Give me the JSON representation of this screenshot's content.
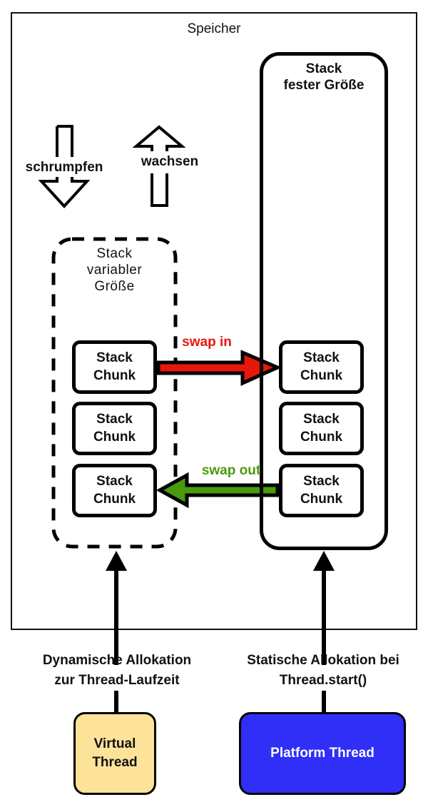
{
  "memory": {
    "title": "Speicher"
  },
  "growth": {
    "shrink_label": "schrumpfen",
    "grow_label": "wachsen"
  },
  "variable_stack": {
    "title_line1": "Stack",
    "title_line2": "variabler",
    "title_line3": "Größe"
  },
  "fixed_stack": {
    "title_line1": "Stack",
    "title_line2": "fester Größe"
  },
  "chunks": {
    "left": [
      {
        "line1": "Stack",
        "line2": "Chunk"
      },
      {
        "line1": "Stack",
        "line2": "Chunk"
      },
      {
        "line1": "Stack",
        "line2": "Chunk"
      }
    ],
    "right": [
      {
        "line1": "Stack",
        "line2": "Chunk"
      },
      {
        "line1": "Stack",
        "line2": "Chunk"
      },
      {
        "line1": "Stack",
        "line2": "Chunk"
      }
    ]
  },
  "swap": {
    "in_label": "swap in",
    "out_label": "swap out",
    "in_color": "#e8170c",
    "out_color": "#4a9a0e"
  },
  "allocation": {
    "dynamic_line1": "Dynamische Allokation",
    "dynamic_line2": "zur Thread-Laufzeit",
    "static_line1": "Statische Allokation bei",
    "static_line2": "Thread.start()"
  },
  "threads": {
    "virtual": {
      "line1": "Virtual",
      "line2": "Thread",
      "color": "#fde39a"
    },
    "platform": {
      "label": "Platform Thread",
      "color": "#2f2ff8",
      "text_color": "#ffffff"
    }
  }
}
